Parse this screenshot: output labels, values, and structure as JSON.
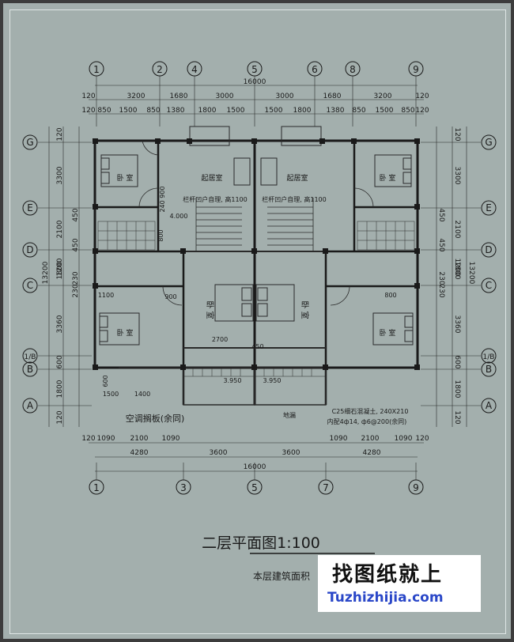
{
  "drawing": {
    "title": "二层平面图1:100",
    "note": "本层建筑面积"
  },
  "axes_top": [
    "1",
    "2",
    "4",
    "5",
    "6",
    "8",
    "9"
  ],
  "axes_bottom": [
    "1",
    "3",
    "5",
    "7",
    "9"
  ],
  "axes_rows": [
    "G",
    "E",
    "D",
    "C",
    "1/B",
    "B",
    "A"
  ],
  "dims_top_overall": "16000",
  "dims_top_row1": [
    "120",
    "3200",
    "1680",
    "3000",
    "3000",
    "1680",
    "3200",
    "120"
  ],
  "dims_top_row2": [
    "120",
    "850",
    "1500",
    "850",
    "1380",
    "1800",
    "1500",
    "1500",
    "1800",
    "1380",
    "850",
    "1500",
    "850",
    "120"
  ],
  "dims_left_overall": "13200",
  "dims_left_row1": [
    "120",
    "3300",
    "2100",
    "1200",
    "1800",
    "3360",
    "600",
    "1800",
    "120"
  ],
  "dims_left_row2": [
    "450",
    "450",
    "230",
    "230"
  ],
  "dims_right_overall": "13200",
  "dims_right_row1": [
    "120",
    "3300",
    "2100",
    "1200",
    "1800",
    "3360",
    "600",
    "1800",
    "120"
  ],
  "dims_right_row2": [
    "450",
    "450",
    "230",
    "230"
  ],
  "dims_bottom_row1": [
    "120",
    "1090",
    "2100",
    "1090",
    "1090",
    "2100",
    "1090",
    "120"
  ],
  "dims_bottom_row2": [
    "4280",
    "3600",
    "3600",
    "4280"
  ],
  "dims_bottom_overall": "16000",
  "rooms": {
    "bedroom_a": "卧 室",
    "bedroom_b": "卧 室",
    "bedroom_c": "卧 室",
    "bedroom_d": "卧 室",
    "bedroom_e": "卧 室",
    "bedroom_f": "卧 室",
    "living_left": "起居室",
    "living_right": "起居室"
  },
  "annotations": {
    "railing_left": "栏杆凹户自理, 高1100",
    "railing_right": "栏杆凹户自理, 高1100",
    "ac_bracket": "空调搁板(余同)",
    "beam_note_1": "C25细石混凝土, 240X210",
    "beam_note_2": "内配4ф14, ф6@200(余同)",
    "floor_drain": "地漏",
    "level_left": "3.950",
    "level_right": "3.950",
    "stair_level": "4.000",
    "stair_dim": "240 900",
    "stair_dim_2": "800",
    "balcony_dim_1": "900",
    "balcony_dim_2": "800",
    "balcony_dim_3": "1100",
    "bath_dim": "2700",
    "bath_dim_2": "450",
    "ac_dim_1": "1500",
    "ac_dim_2": "1400",
    "ac_dim_3": "600"
  },
  "watermark": {
    "cn": "找图纸就上",
    "en": "Tuzhizhijia.com"
  },
  "colors": {
    "background": "#a3afad",
    "lines": "#2a2a2a",
    "walls": "#1a1a1a",
    "watermark_blue": "#2a47c8"
  }
}
